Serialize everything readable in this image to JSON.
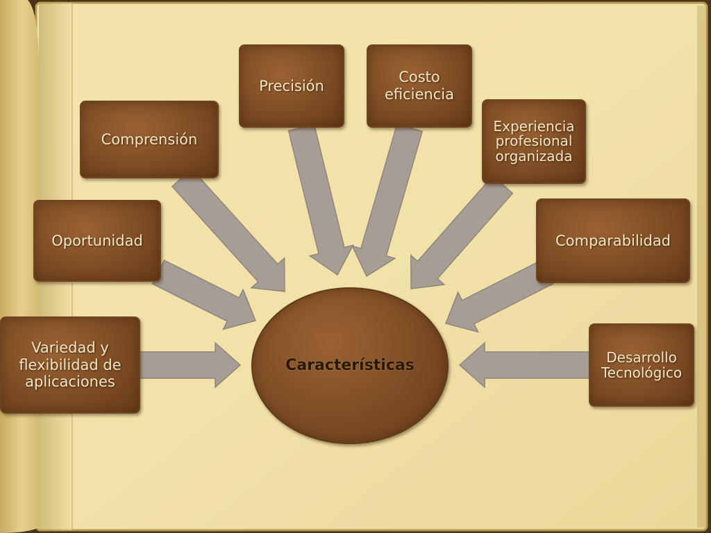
{
  "diagram": {
    "center": {
      "label": "Características"
    },
    "nodes": [
      {
        "id": "variedad",
        "label": "Variedad y flexibilidad de aplicaciones"
      },
      {
        "id": "oportunidad",
        "label": "Oportunidad"
      },
      {
        "id": "comprension",
        "label": "Comprensión"
      },
      {
        "id": "precision",
        "label": "Precisión"
      },
      {
        "id": "costo",
        "label": "Costo eficiencia"
      },
      {
        "id": "experiencia",
        "label": "Experiencia profesional organizada"
      },
      {
        "id": "comparabilidad",
        "label": "Comparabilidad"
      },
      {
        "id": "desarrollo",
        "label": "Desarrollo Tecnológico"
      }
    ]
  },
  "colors": {
    "page": "#f1e2a8",
    "page_edge": "#c9b06a",
    "cover": "#5a4020",
    "box": "#7d4c24",
    "box_border": "#6e4520",
    "arrow": "#a39a95",
    "arrow_edge": "#8a807a"
  }
}
